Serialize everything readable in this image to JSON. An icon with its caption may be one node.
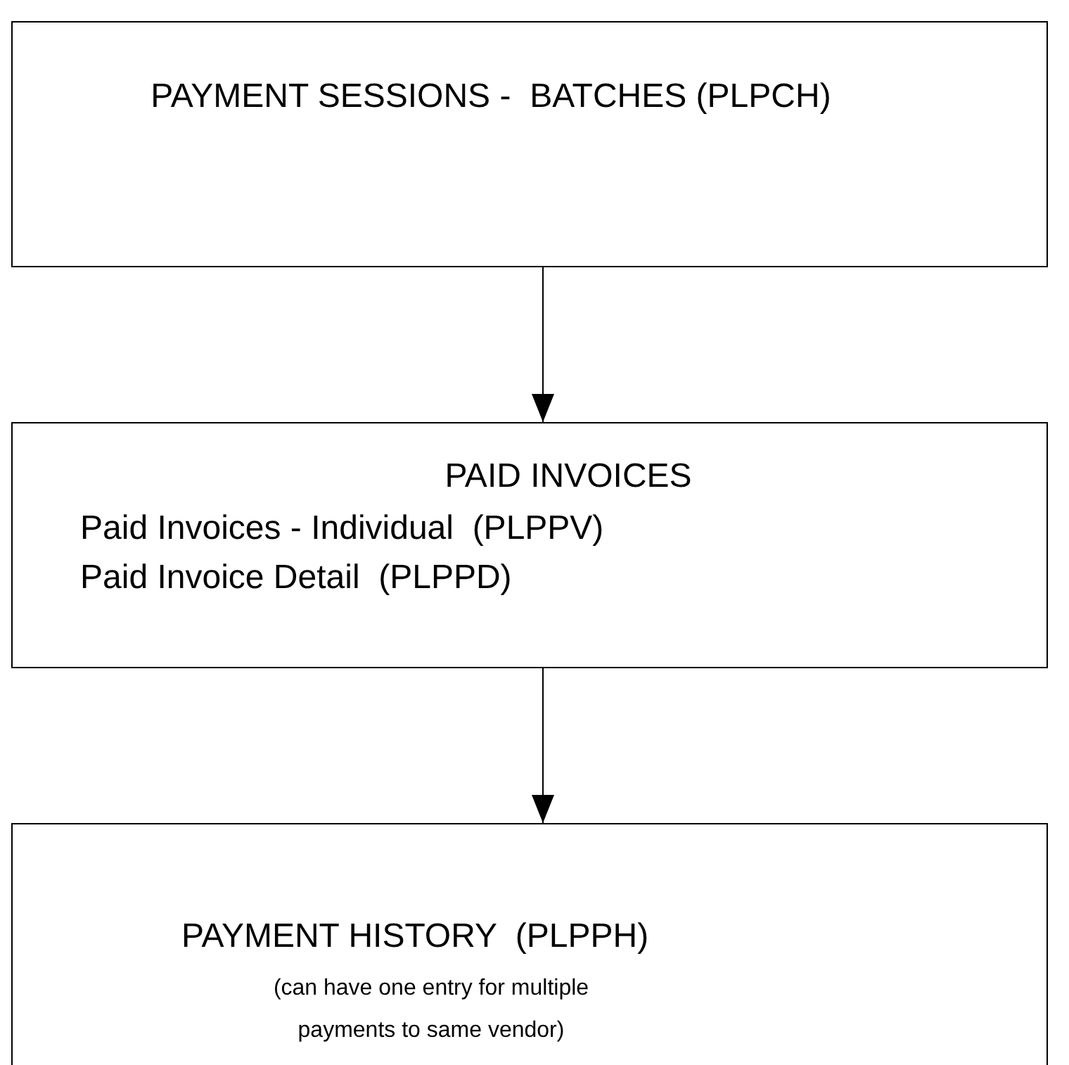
{
  "diagram": {
    "nodes": [
      {
        "text": [
          "PAYMENT SESSIONS -  BATCHES (PLPCH)"
        ]
      },
      {
        "text": [
          "PAID INVOICES",
          "Paid Invoices - Individual  (PLPPV)",
          "Paid Invoice Detail  (PLPPD)"
        ]
      },
      {
        "text": [
          "PAYMENT HISTORY  (PLPPH)",
          "(can have one entry for multiple payments to same vendor)"
        ]
      }
    ],
    "edges": [
      {
        "from": 0,
        "to": 1,
        "arrow": "to"
      },
      {
        "from": 1,
        "to": 2,
        "arrow": "to"
      }
    ]
  }
}
